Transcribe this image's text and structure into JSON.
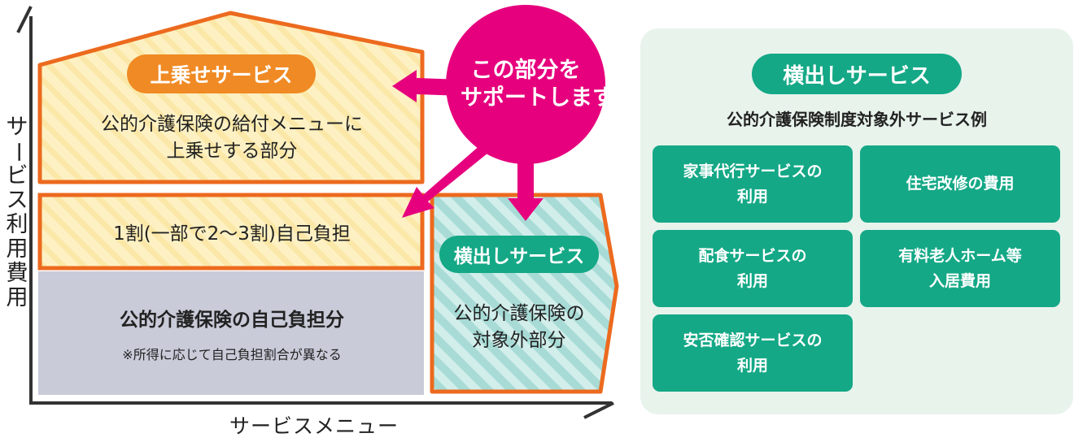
{
  "axes": {
    "y_label": "サービス利用費用",
    "x_label": "サービスメニュー"
  },
  "callout": {
    "lines": [
      "この部分を",
      "サポートします"
    ]
  },
  "blocks": {
    "uwanose": {
      "badge": "上乗せサービス",
      "lines": [
        "公的介護保険の給付メニューに",
        "上乗せする部分"
      ]
    },
    "copay": {
      "text": "1割(一部で2～3割)自己負担"
    },
    "self_burden": {
      "title": "公的介護保険の自己負担分",
      "note": "※所得に応じて自己負担割合が異なる"
    },
    "yokodashi": {
      "badge": "横出しサービス",
      "lines": [
        "公的介護保険の",
        "対象外部分"
      ]
    }
  },
  "panel": {
    "badge": "横出しサービス",
    "subtitle": "公的介護保険制度対象外サービス例",
    "items": [
      {
        "lines": [
          "家事代行サービスの",
          "利用"
        ]
      },
      {
        "lines": [
          "住宅改修の費用"
        ]
      },
      {
        "lines": [
          "配食サービスの",
          "利用"
        ]
      },
      {
        "lines": [
          "有料老人ホーム等",
          "入居費用"
        ]
      },
      {
        "lines": [
          "安否確認サービスの",
          "利用"
        ]
      }
    ]
  },
  "colors": {
    "orange": "#ec6a1e",
    "badge_orange": "#f08a24",
    "yellow_fill": "#fdf1c4",
    "gray_fill": "#c9cbd9",
    "teal_stripe": "#a8dbd6",
    "teal": "#14a886",
    "magenta": "#e6007e",
    "panel_bg": "#e8f3ec"
  }
}
